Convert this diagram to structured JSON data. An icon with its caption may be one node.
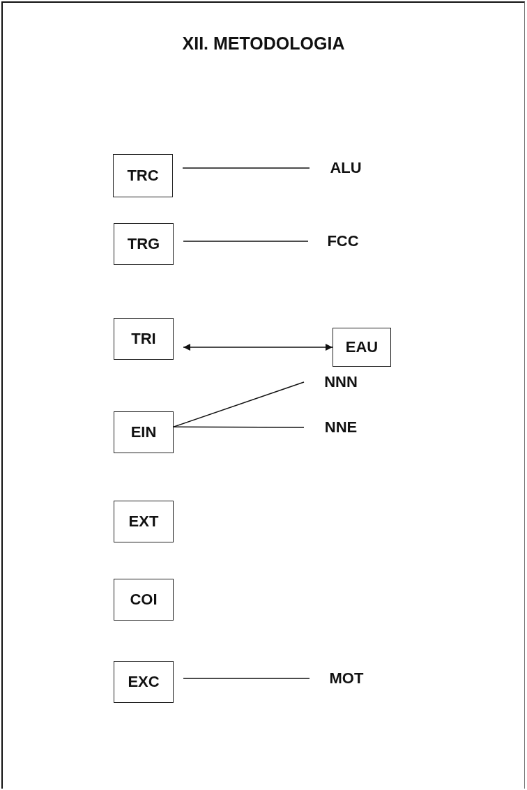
{
  "diagram": {
    "title": "XII. METODOLOGIA",
    "nodes": [
      {
        "text": [
          "TRC"
        ]
      },
      {
        "text": [
          "ALU"
        ]
      },
      {
        "text": [
          "TRG"
        ]
      },
      {
        "text": [
          "FCC"
        ]
      },
      {
        "text": [
          "TRI"
        ]
      },
      {
        "text": [
          "EAU"
        ]
      },
      {
        "text": [
          "EIN"
        ]
      },
      {
        "text": [
          "NNN"
        ]
      },
      {
        "text": [
          "NNE"
        ]
      },
      {
        "text": [
          "EXT"
        ]
      },
      {
        "text": [
          "COI"
        ]
      },
      {
        "text": [
          "EXC"
        ]
      },
      {
        "text": [
          "MOT"
        ]
      }
    ],
    "edges": [
      {
        "from": 0,
        "to": 1,
        "arrow": "none"
      },
      {
        "from": 2,
        "to": 3,
        "arrow": "none"
      },
      {
        "from": 4,
        "to": 5,
        "arrow": "both"
      },
      {
        "from": 6,
        "to": 7,
        "arrow": "none"
      },
      {
        "from": 6,
        "to": 8,
        "arrow": "none"
      },
      {
        "from": 11,
        "to": 12,
        "arrow": "none"
      }
    ]
  }
}
